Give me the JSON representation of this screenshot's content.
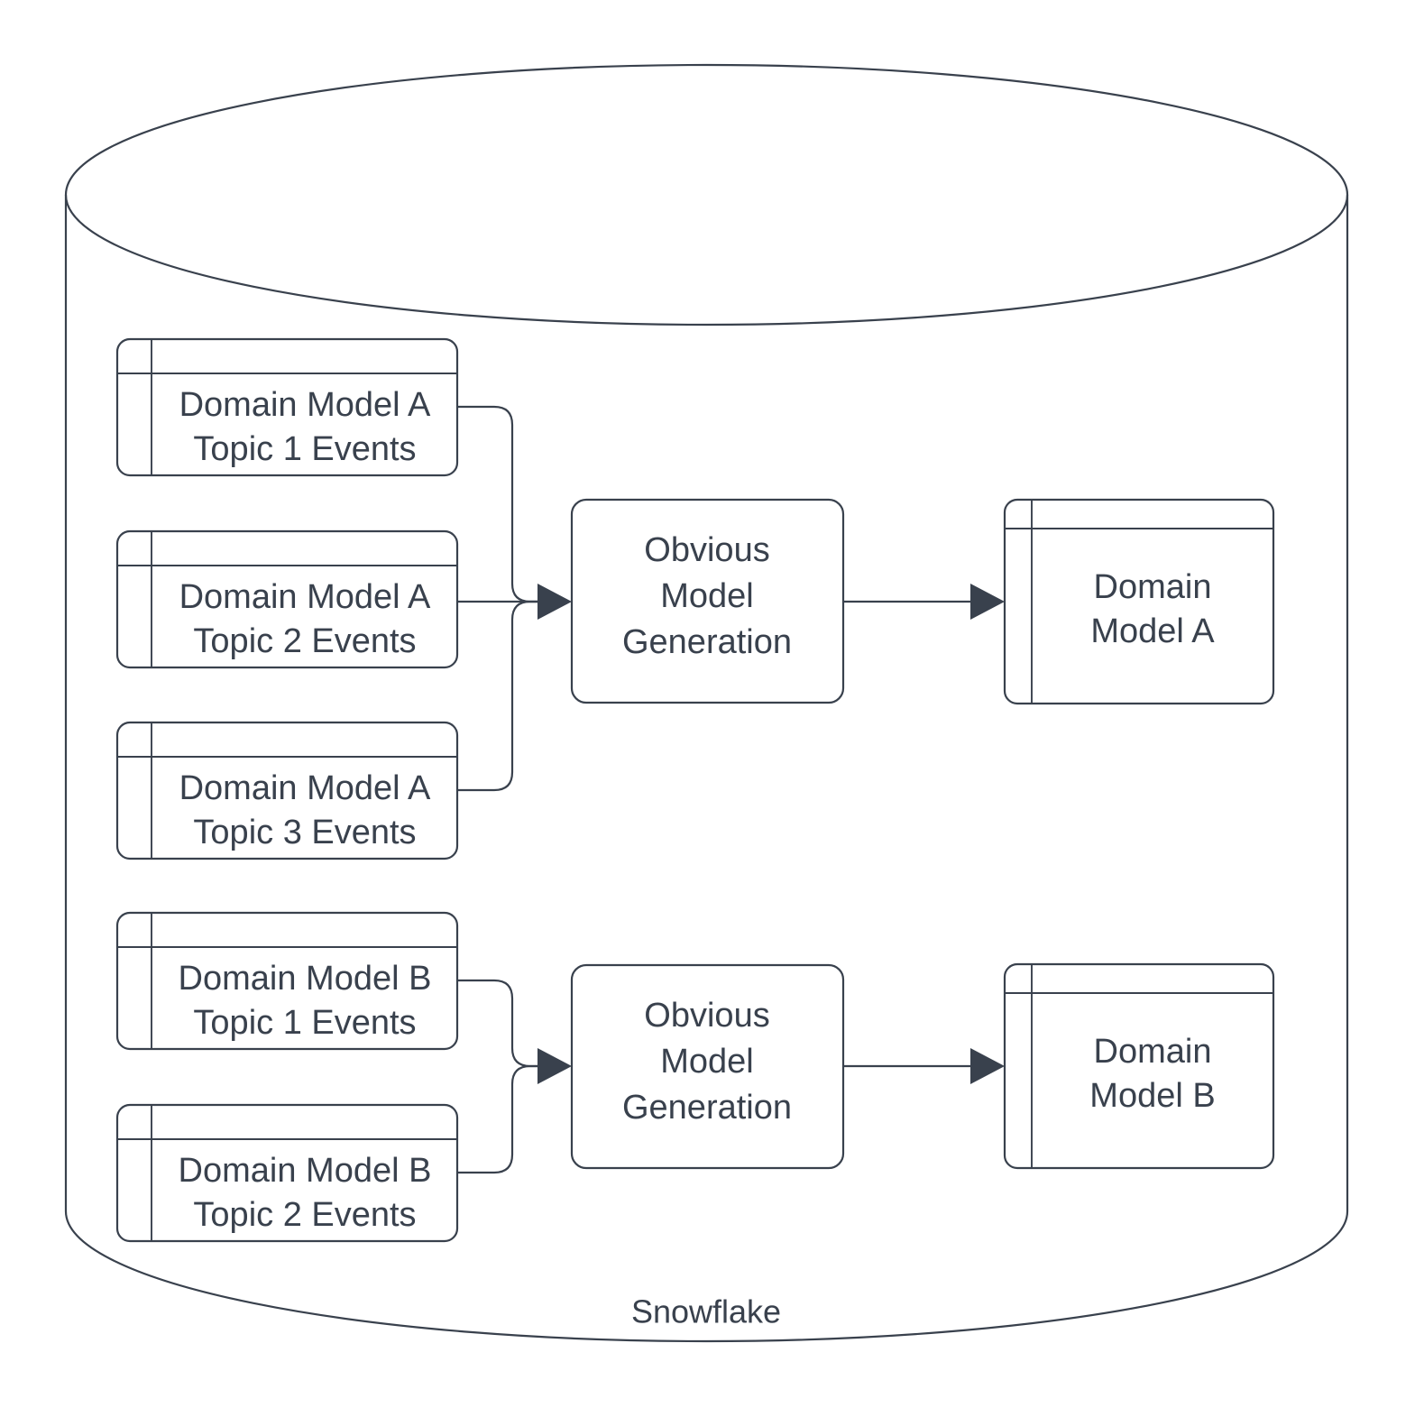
{
  "diagram": {
    "container": {
      "shape": "cylinder",
      "label": "Snowflake"
    },
    "stroke_color": "#39414d",
    "fill_color": "#ffffff",
    "sources": [
      {
        "id": "a-topic-1",
        "line1": "Domain Model A",
        "line2": "Topic 1 Events",
        "shape": "table"
      },
      {
        "id": "a-topic-2",
        "line1": "Domain Model A",
        "line2": "Topic 2 Events",
        "shape": "table"
      },
      {
        "id": "a-topic-3",
        "line1": "Domain Model A",
        "line2": "Topic 3 Events",
        "shape": "table"
      },
      {
        "id": "b-topic-1",
        "line1": "Domain Model B",
        "line2": "Topic 1 Events",
        "shape": "table"
      },
      {
        "id": "b-topic-2",
        "line1": "Domain Model B",
        "line2": "Topic 2 Events",
        "shape": "table"
      }
    ],
    "processes": [
      {
        "id": "omg-a",
        "line1": "Obvious",
        "line2": "Model",
        "line3": "Generation",
        "shape": "rounded-rect"
      },
      {
        "id": "omg-b",
        "line1": "Obvious",
        "line2": "Model",
        "line3": "Generation",
        "shape": "rounded-rect"
      }
    ],
    "outputs": [
      {
        "id": "model-a",
        "line1": "Domain",
        "line2": "Model A",
        "shape": "table"
      },
      {
        "id": "model-b",
        "line1": "Domain",
        "line2": "Model B",
        "shape": "table"
      }
    ],
    "flows": [
      {
        "from": "a-topic-1",
        "to": "omg-a"
      },
      {
        "from": "a-topic-2",
        "to": "omg-a"
      },
      {
        "from": "a-topic-3",
        "to": "omg-a"
      },
      {
        "from": "omg-a",
        "to": "model-a"
      },
      {
        "from": "b-topic-1",
        "to": "omg-b"
      },
      {
        "from": "b-topic-2",
        "to": "omg-b"
      },
      {
        "from": "omg-b",
        "to": "model-b"
      }
    ]
  }
}
